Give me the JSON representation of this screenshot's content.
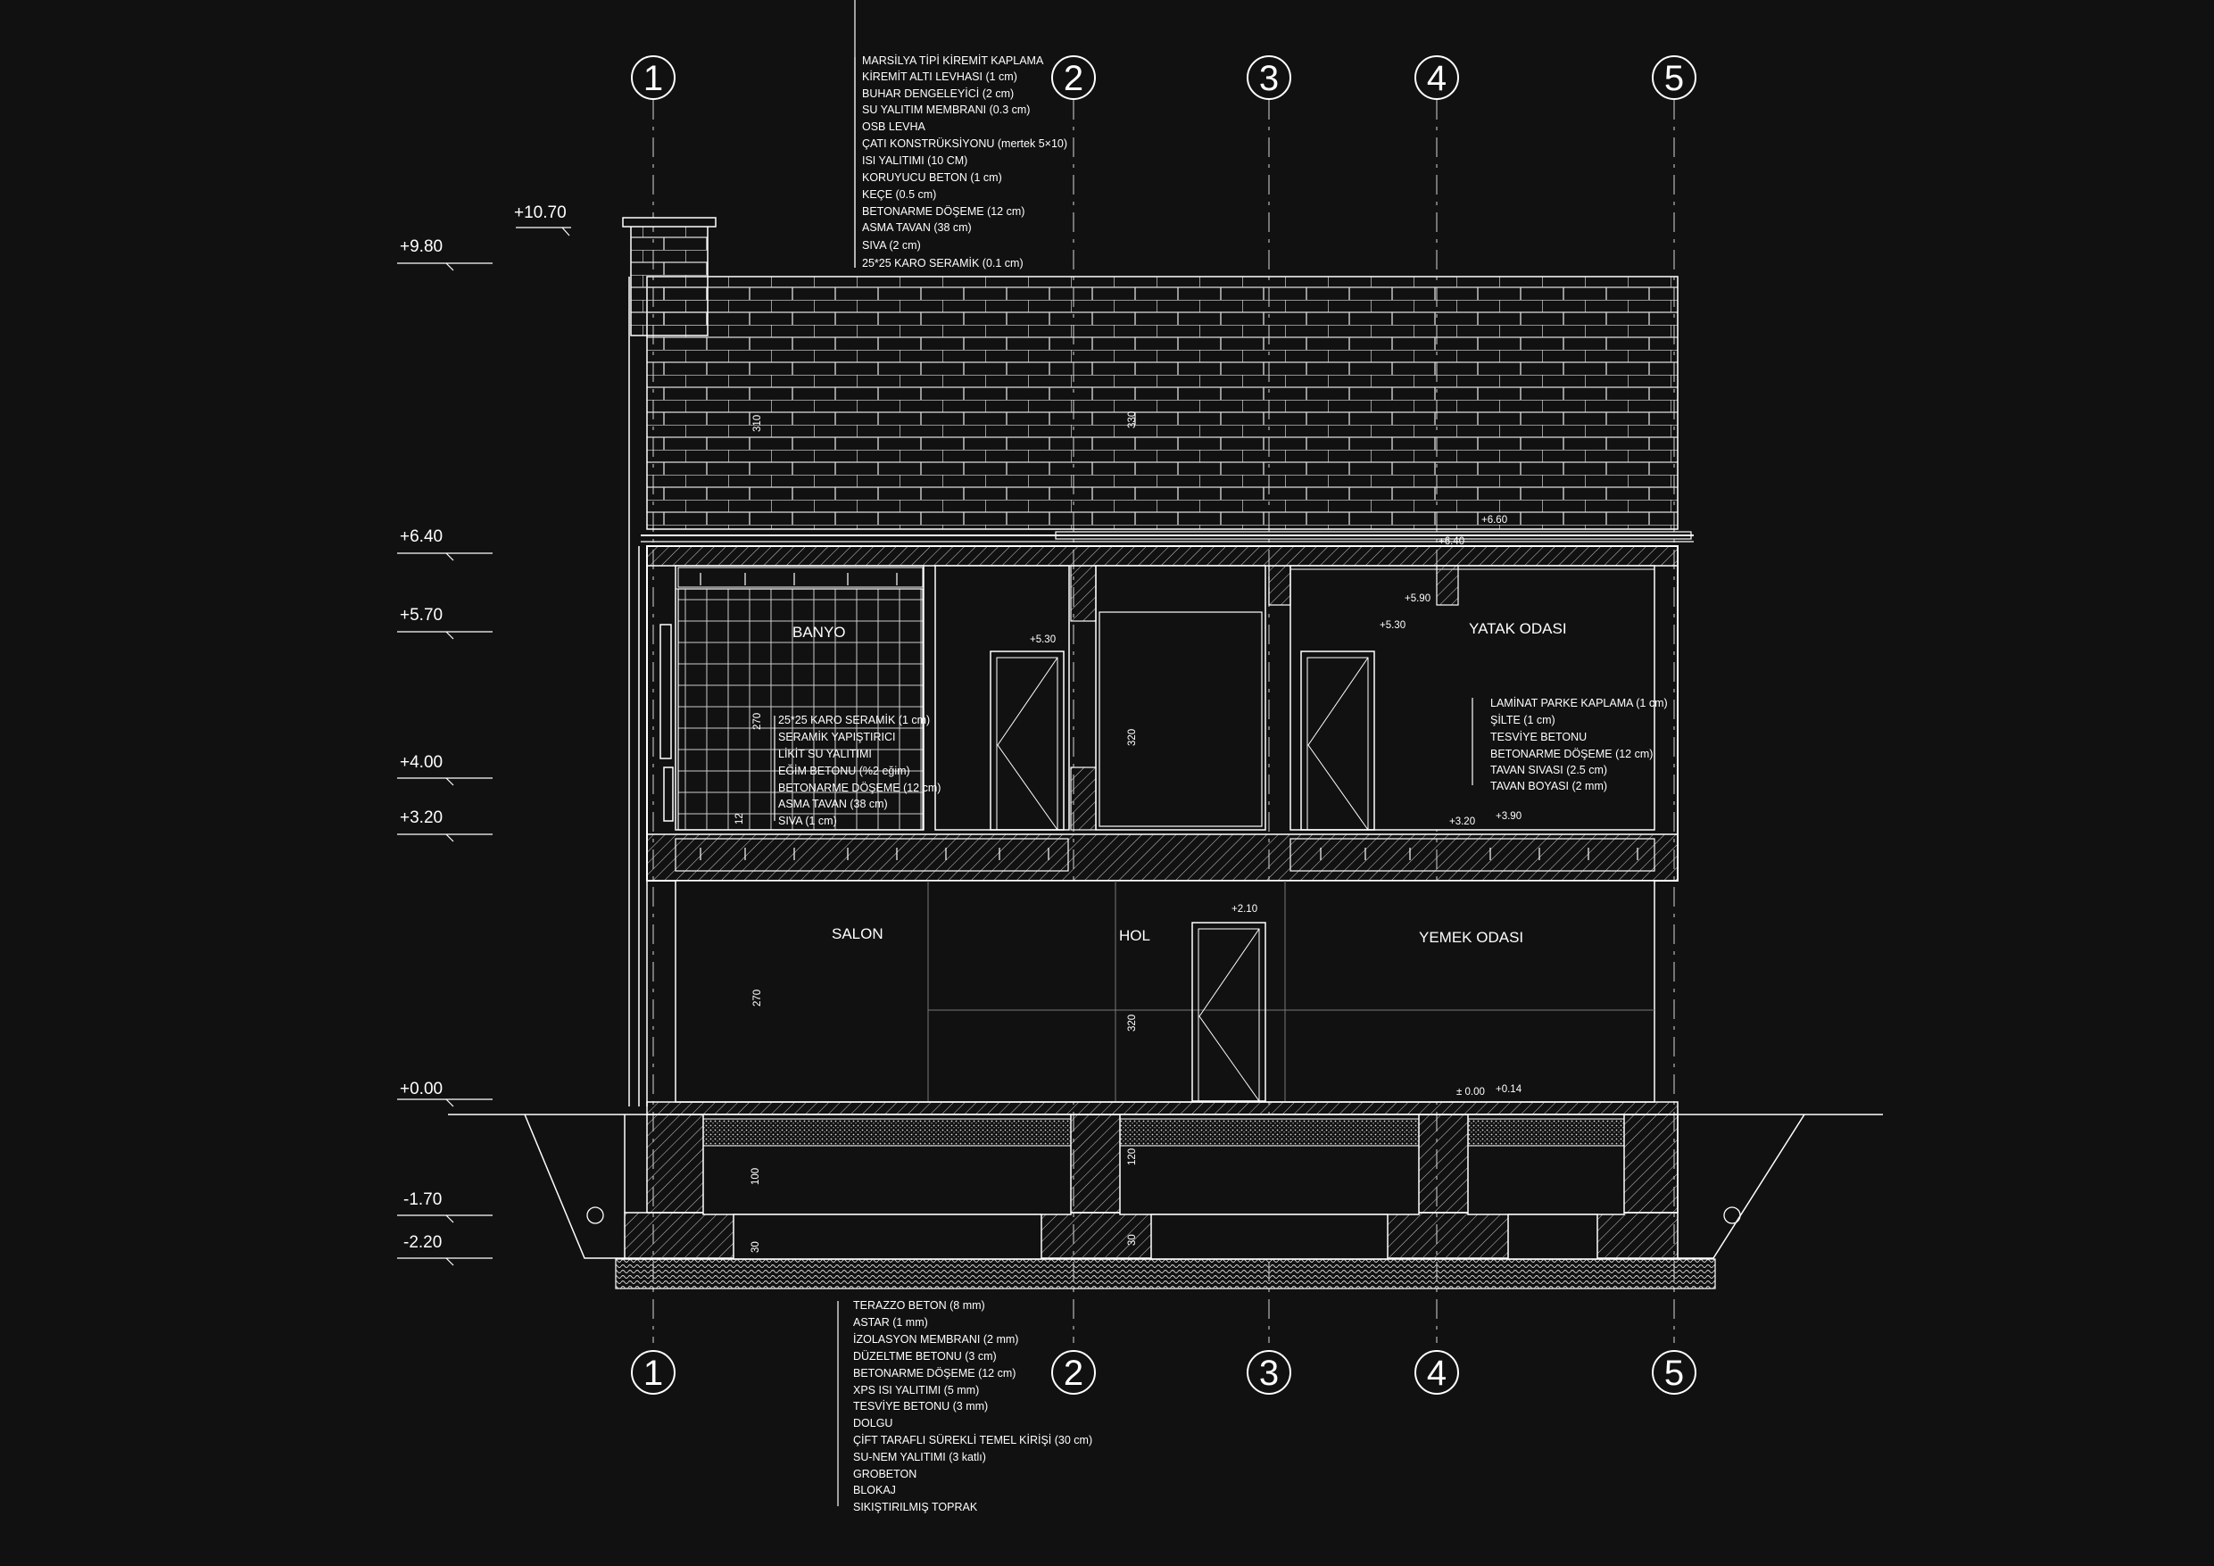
{
  "axes": [
    "1",
    "2",
    "3",
    "4",
    "5"
  ],
  "levels": [
    "+10.70",
    "+9.80",
    "+6.40",
    "+5.70",
    "+4.00",
    "+3.20",
    "+0.00",
    "-1.70",
    "-2.20"
  ],
  "rooms": {
    "banyo": "BANYO",
    "yatak_odasi": "YATAK  ODASI",
    "salon": "SALON",
    "hol": "HOL",
    "yemek_odasi": "YEMEK   ODASI"
  },
  "roof_layers": [
    "MARSİLYA TİPİ KİREMİT KAPLAMA",
    "KİREMİT ALTI LEVHASI (1 cm)",
    "BUHAR DENGELEYİCİ (2 cm)",
    "SU YALITIM MEMBRANI (0.3 cm)",
    "OSB LEVHA",
    "ÇATI KONSTRÜKSİYONU (mertek 5×10)",
    "ISI YALITIMI (10 CM)",
    "KORUYUCU BETON (1 cm)",
    "KEÇE (0.5 cm)",
    "BETONARME DÖŞEME (12 cm)",
    "ASMA TAVAN (38 cm)",
    "SIVA (2 cm)",
    "25*25 KARO SERAMİK (0.1 cm)"
  ],
  "bathroom_layers": [
    "25*25 KARO SERAMİK (1 cm)",
    "SERAMİK YAPIŞTIRICI",
    "LİKİT SU YALITIMI",
    "EĞİM BETONU (%2 eğim)",
    "BETONARME DÖŞEME (12 cm)",
    "ASMA TAVAN (38 cm)",
    "SIVA (1 cm)"
  ],
  "bedroom_layers": [
    "LAMİNAT PARKE KAPLAMA (1 cm)",
    "ŞİLTE (1 cm)",
    "TESVİYE BETONU",
    "BETONARME DÖŞEME (12 cm)",
    "TAVAN SIVASI (2.5 cm)",
    "TAVAN BOYASI (2 mm)"
  ],
  "foundation_layers": [
    "TERAZZO BETON (8 mm)",
    "ASTAR (1 mm)",
    "İZOLASYON MEMBRANI (2 mm)",
    "DÜZELTME BETONU (3 cm)",
    "BETONARME DÖŞEME (12 cm)",
    "XPS ISI YALITIMI (5 mm)",
    "TESVİYE BETONU (3 mm)",
    "DOLGU",
    "ÇİFT TARAFLI SÜREKLİ TEMEL KİRİŞİ (30 cm)",
    "SU-NEM YALITIMI (3 katlı)",
    "GROBETON",
    "BLOKAJ",
    "SIKIŞTIRILMIŞ TOPRAK"
  ],
  "spot_levels": {
    "roof_top": "+6.60",
    "roof_eave": "+6.40",
    "bed_590": "+5.90",
    "bed_530": "+5.30",
    "door_530": "+5.30",
    "upper_320": "+3.20",
    "upper_390": "+3.90",
    "door_210": "+2.10",
    "ground_000": "± 0.00",
    "ground_014": "+0.14"
  },
  "dimensions": {
    "roof_left": "310",
    "roof_mid": "330",
    "banyo_h": "270",
    "banyo_slab": "12",
    "mid_upper": "320",
    "salon_h": "270",
    "mid_lower": "320",
    "found_l": "100",
    "found_m": "120",
    "base_l": "30",
    "base_m": "30"
  },
  "colors": {
    "background": "#111111",
    "line": "#ffffff",
    "grid": "#777777"
  }
}
